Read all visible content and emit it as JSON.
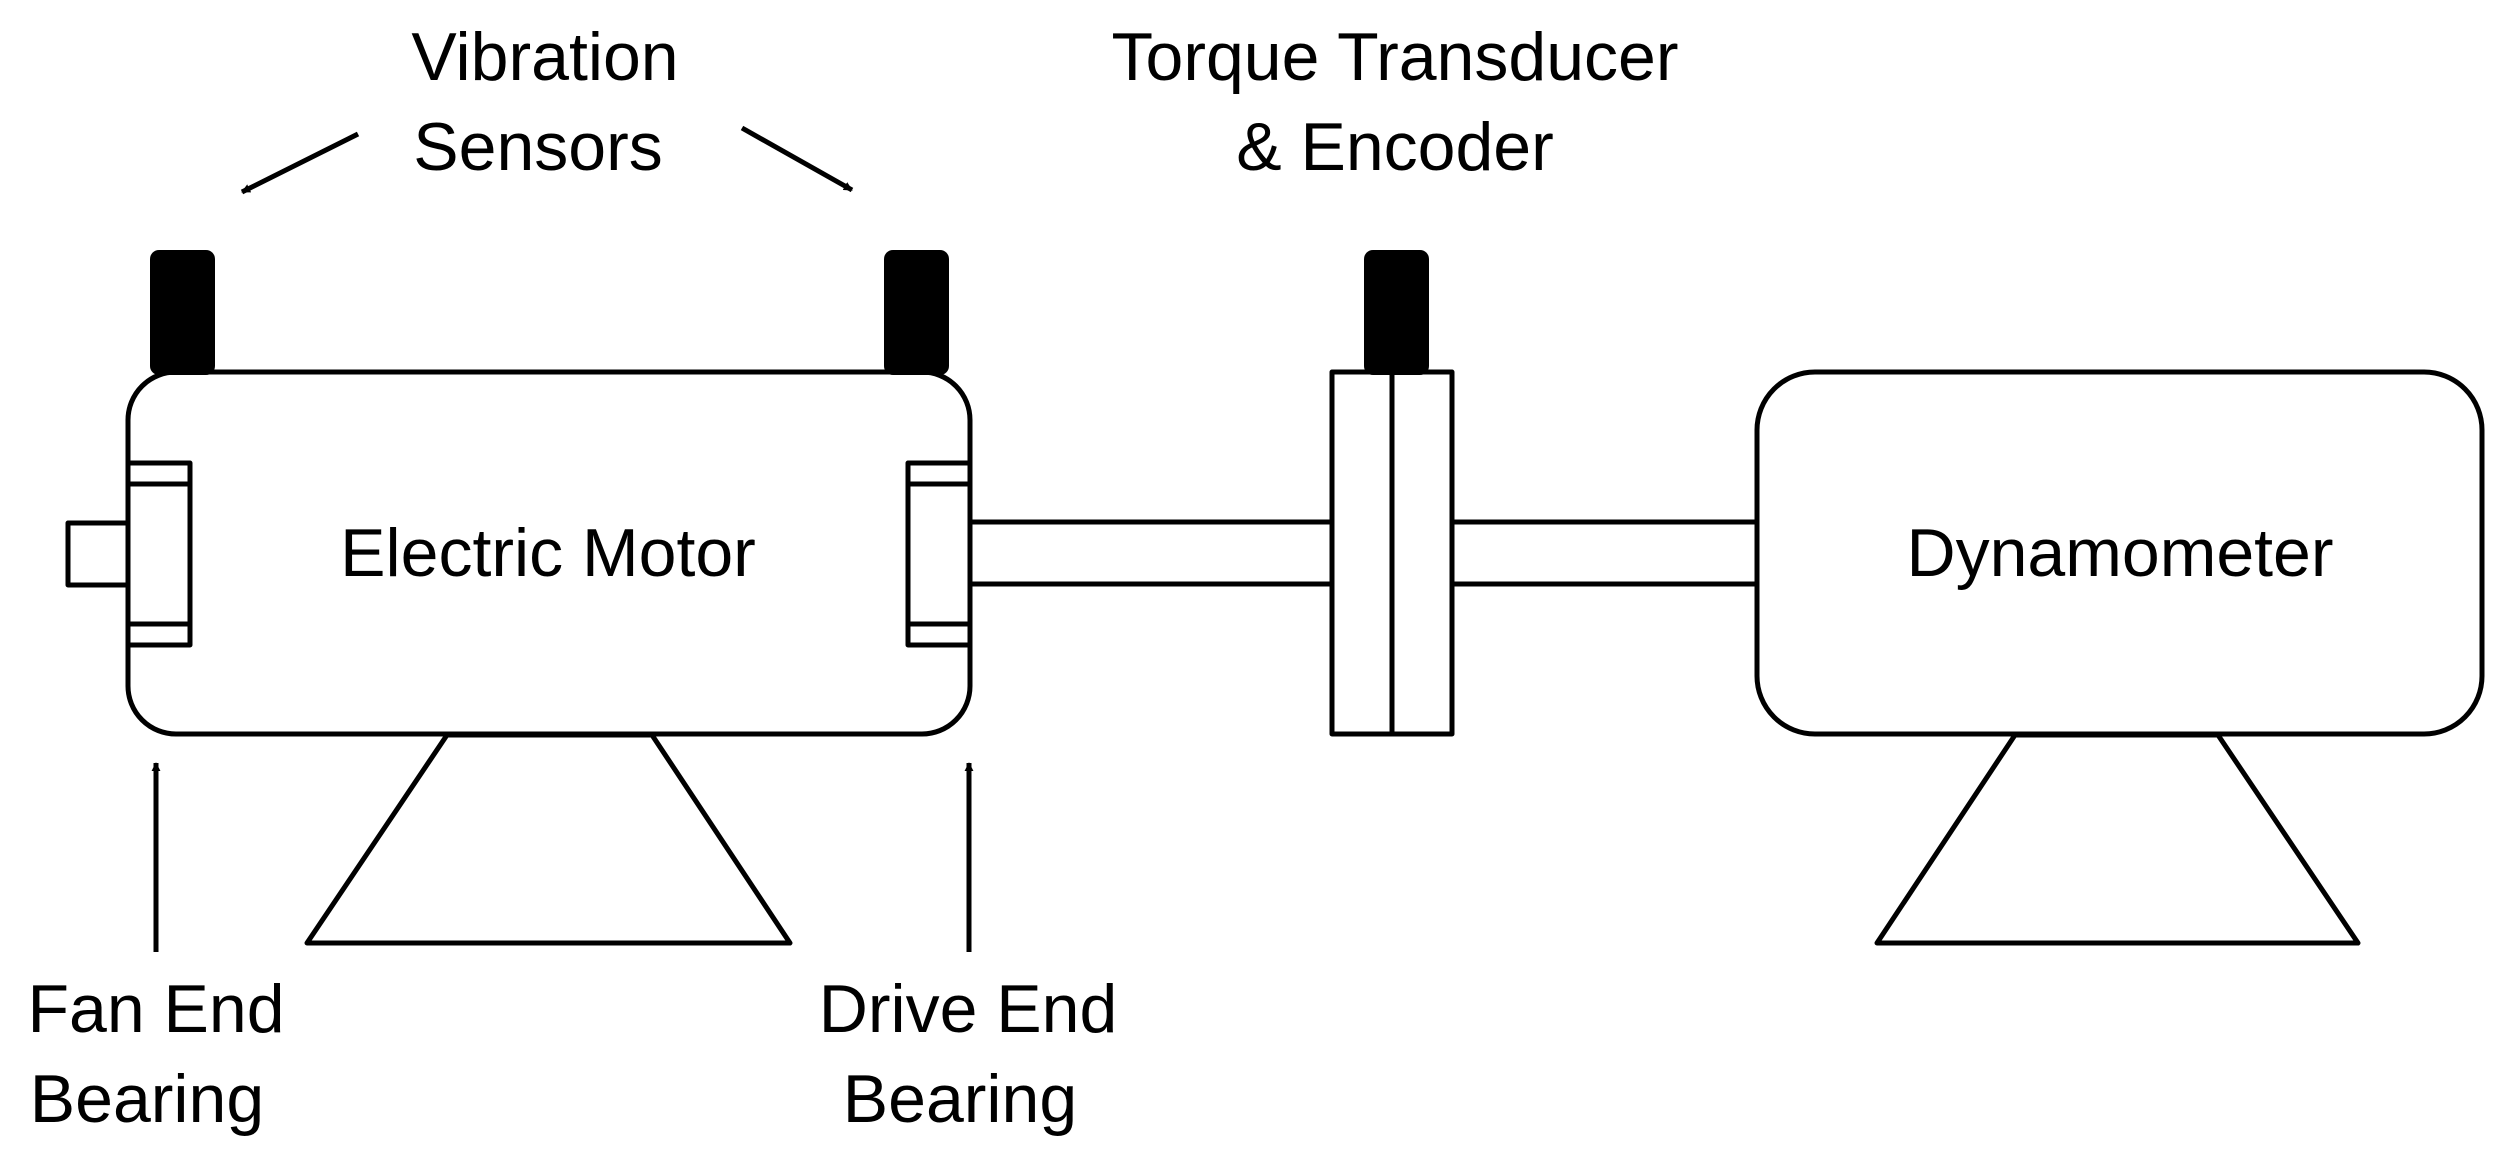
{
  "labels": {
    "vibration_line1": "Vibration",
    "vibration_line2": "Sensors",
    "torque_line1": "Torque Transducer",
    "torque_line2": "& Encoder",
    "motor": "Electric Motor",
    "dynamometer": "Dynamometer",
    "fan_end_line1": "Fan End",
    "fan_end_line2": "Bearing",
    "drive_end_line1": "Drive End",
    "drive_end_line2": "Bearing"
  },
  "colors": {
    "stroke": "#000000",
    "fill": "#ffffff",
    "sensor": "#000000"
  }
}
